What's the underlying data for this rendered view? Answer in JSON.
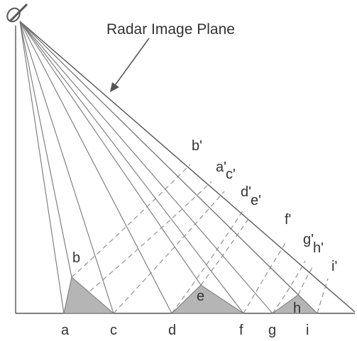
{
  "title": "Radar Image Plane",
  "ground_labels": [
    "a",
    "c",
    "d",
    "f",
    "g",
    "i"
  ],
  "object_labels": [
    "b",
    "e",
    "h"
  ],
  "image_plane_labels": [
    "b'",
    "a'",
    "c'",
    "d'",
    "e'",
    "f'",
    "g'",
    "h'",
    "i'"
  ],
  "colors": {
    "line": "#777777",
    "fill": "#b5b5b5",
    "text": "#333333"
  },
  "icons": {
    "sensor": "radar-antenna-icon"
  }
}
